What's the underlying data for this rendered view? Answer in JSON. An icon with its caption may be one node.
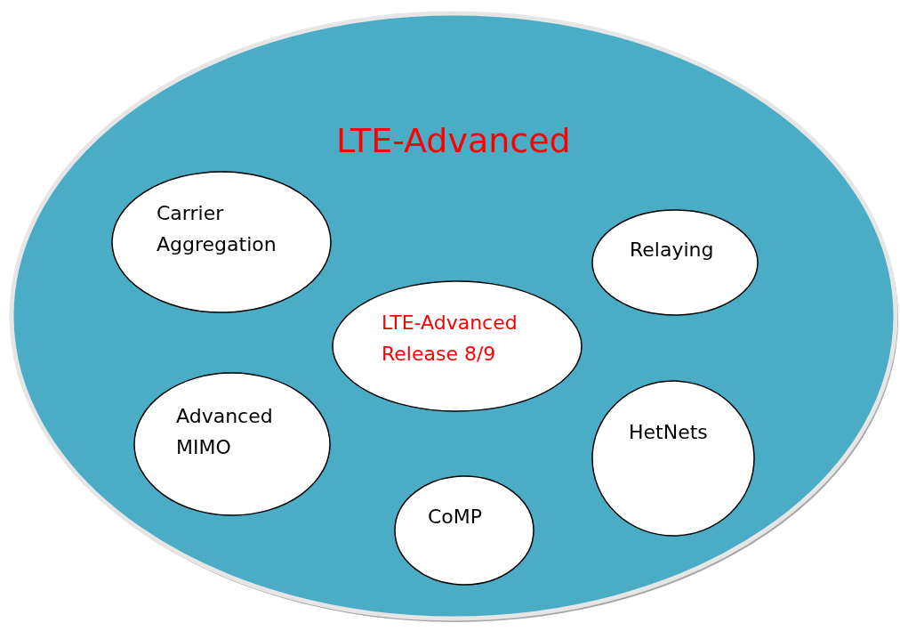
{
  "diagram": {
    "nodes": [
      {
        "text": [
          "LTE-Advanced"
        ]
      },
      {
        "text": [
          "Carrier Aggregation"
        ],
        "in": 0
      },
      {
        "text": [
          "Relaying"
        ],
        "in": 0
      },
      {
        "text": [
          "LTE-Advanced Release 8/9"
        ],
        "in": 0
      },
      {
        "text": [
          "Advanced MIMO"
        ],
        "in": 0
      },
      {
        "text": [
          "HetNets"
        ],
        "in": 0
      },
      {
        "text": [
          "CoMP"
        ],
        "in": 0
      }
    ]
  }
}
